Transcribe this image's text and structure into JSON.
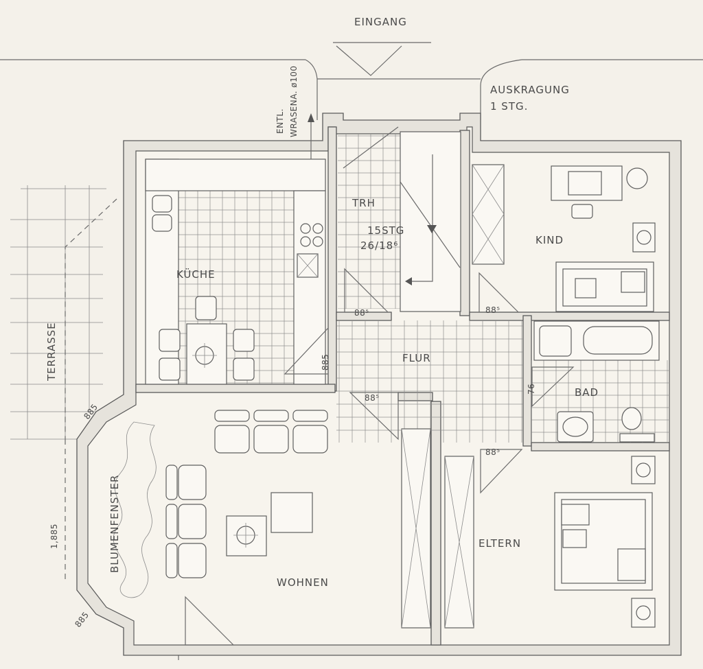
{
  "labels": {
    "entrance": "EINGANG",
    "vent": "ENTL.",
    "vent2": "WRASENA. ø100",
    "cantilever_1": "AUSKRAGUNG",
    "cantilever_2": "1 STG.",
    "terrace": "TERRASSE",
    "kitchen": "KÜCHE",
    "stairwell": "TRH",
    "stairs_1": "15STG",
    "stairs_2": "26/18⁶",
    "child": "KIND",
    "hall": "FLUR",
    "bath": "BAD",
    "living": "WOHNEN",
    "parents": "ELTERN",
    "flower_window": "BLUMENFENSTER"
  },
  "dimensions": {
    "kitchen_door": "88⁵",
    "child_door": "88⁵",
    "hall_side": "885",
    "living_door": "88⁵",
    "bath_door": "76",
    "parents_door": "88⁵",
    "bay_top": "885",
    "bay_left": "1,885",
    "bay_bottom": "885"
  },
  "colors": {
    "paper": "#f4f1ea",
    "ink": "#5a5a5a",
    "wall_fill": "#e6e3dc"
  }
}
